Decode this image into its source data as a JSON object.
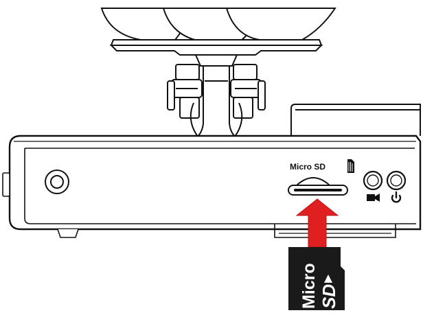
{
  "diagram": {
    "slot_label": "Micro SD",
    "card_text_micro": "Micro",
    "card_text_sd": "SD",
    "icons": {
      "slot_card": "sd-card-icon",
      "record": "video-camera-icon",
      "power": "power-icon",
      "arrow": "insert-arrow-icon",
      "lens": "camera-lens-icon"
    },
    "colors": {
      "arrow": "#e02020",
      "outline": "#111111",
      "card": "#1a1a1a",
      "background": "#ffffff"
    }
  }
}
